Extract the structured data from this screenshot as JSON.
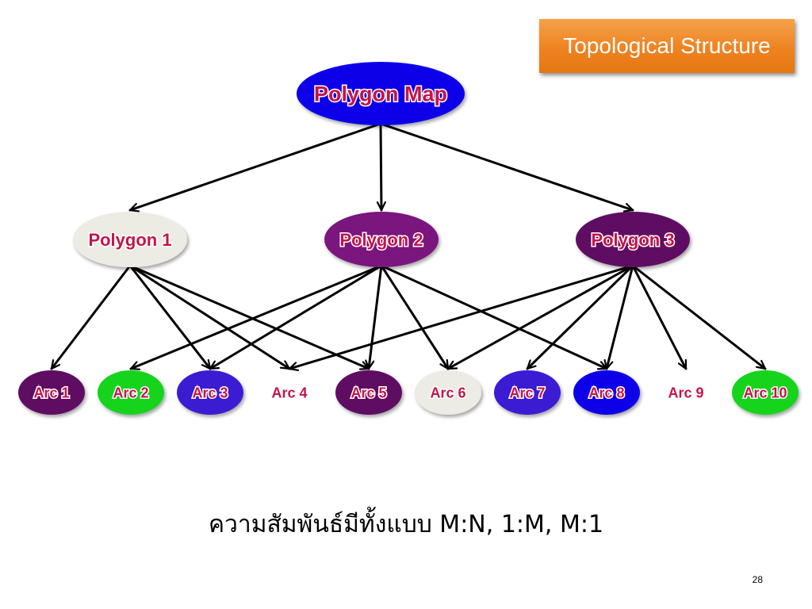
{
  "title": "Topological Structure",
  "colors": {
    "title_bg": "#ee8321",
    "label_fill": "#c2154a",
    "edge": "#000000",
    "blue": "#0a06e8",
    "purple": "#7a137d",
    "dark_purple": "#5e0c62",
    "light_gray": "#ecebe4",
    "green": "#16d41d",
    "indigo": "#3b1ad2"
  },
  "diagram": {
    "root": {
      "id": "map",
      "label": "Polygon Map",
      "color": "#0a06e8"
    },
    "polygons": [
      {
        "id": "p1",
        "label": "Polygon 1",
        "color": "#ecebe4"
      },
      {
        "id": "p2",
        "label": "Polygon 2",
        "color": "#7a137d"
      },
      {
        "id": "p3",
        "label": "Polygon 3",
        "color": "#5e0c62"
      }
    ],
    "arcs": [
      {
        "id": "a1",
        "label": "Arc 1",
        "color": "#5e0c62"
      },
      {
        "id": "a2",
        "label": "Arc 2",
        "color": "#16d41d"
      },
      {
        "id": "a3",
        "label": "Arc 3",
        "color": "#3b1ad2"
      },
      {
        "id": "a4",
        "label": "Arc 4",
        "color": ""
      },
      {
        "id": "a5",
        "label": "Arc 5",
        "color": "#5e0c62"
      },
      {
        "id": "a6",
        "label": "Arc 6",
        "color": "#ecebe4"
      },
      {
        "id": "a7",
        "label": "Arc 7",
        "color": "#3b1ad2"
      },
      {
        "id": "a8",
        "label": "Arc 8",
        "color": "#0a06e8"
      },
      {
        "id": "a9",
        "label": "Arc 9",
        "color": ""
      },
      {
        "id": "a10",
        "label": "Arc 10",
        "color": "#16d41d"
      }
    ],
    "edges": [
      [
        "map",
        "p1"
      ],
      [
        "map",
        "p2"
      ],
      [
        "map",
        "p3"
      ],
      [
        "p1",
        "a1"
      ],
      [
        "p1",
        "a3"
      ],
      [
        "p1",
        "a4"
      ],
      [
        "p1",
        "a5"
      ],
      [
        "p2",
        "a2"
      ],
      [
        "p2",
        "a3"
      ],
      [
        "p2",
        "a5"
      ],
      [
        "p2",
        "a6"
      ],
      [
        "p2",
        "a8"
      ],
      [
        "p3",
        "a4"
      ],
      [
        "p3",
        "a6"
      ],
      [
        "p3",
        "a7"
      ],
      [
        "p3",
        "a8"
      ],
      [
        "p3",
        "a9"
      ],
      [
        "p3",
        "a10"
      ]
    ]
  },
  "caption": "ความสัมพันธ์มีทั้งแบบ M:N, 1:M, M:1",
  "page_number": "28"
}
